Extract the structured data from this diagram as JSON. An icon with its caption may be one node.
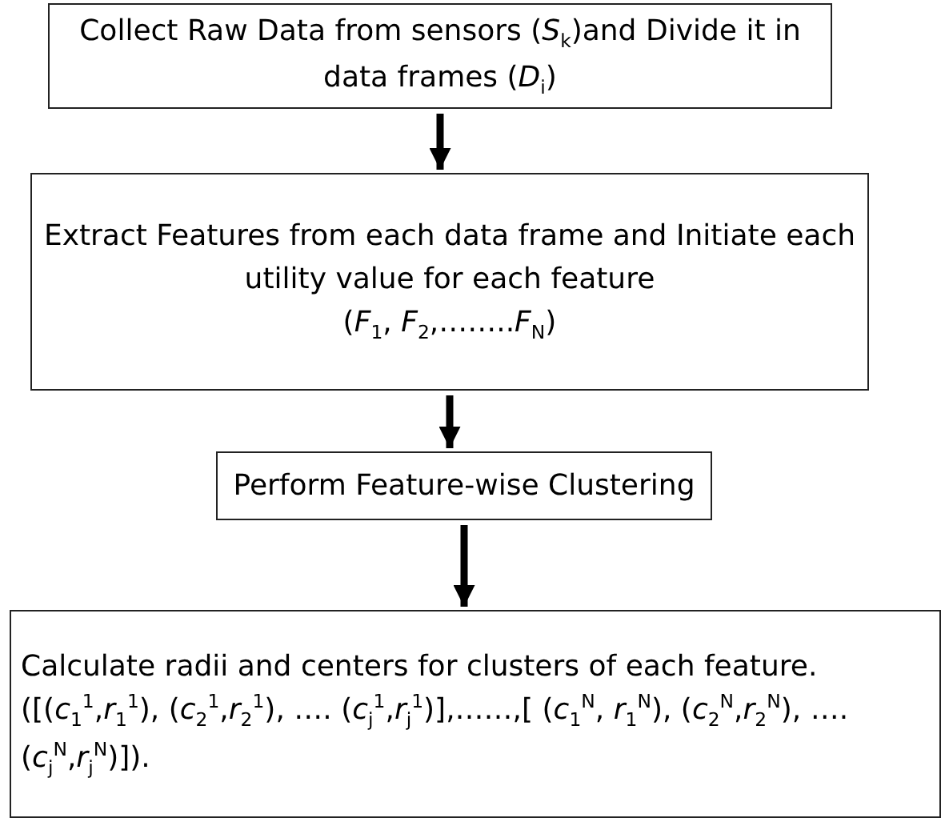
{
  "diagram": {
    "nodes": [
      {
        "text": [
          "Collect Raw Data from sensors (*S*$_{k}$)and Divide it in data frames (*D*$_{i}$)"
        ]
      },
      {
        "text": [
          "Extract Features from each data frame and Initiate each utility value for each feature",
          "(*F*$_{1}$, *F*$_{2}$,……..*F*$_{N}$)"
        ]
      },
      {
        "text": [
          "Perform Feature-wise Clustering"
        ]
      },
      {
        "text": [
          "Calculate radii and centers for clusters of each feature.([(*c*$_{1}$$^{1}$,*r*$_{1}$$^{1}$), (*c*$_{2}$$^{1}$,*r*$_{2}$$^{1}$), …. (*c*$_{j}$$^{1}$,*r*$_{j}$$^{1}$)],……,[ (*c*$_{1}$$^{N}$, *r*$_{1}$$^{N}$), (*c*$_{2}$$^{N}$,*r*$_{2}$$^{N}$), …. (*c*$_{j}$$^{N}$,*r*$_{j}$$^{N}$)])."
        ]
      }
    ],
    "edges": [
      {
        "from": 0,
        "to": 1,
        "arrow": "to"
      },
      {
        "from": 1,
        "to": 2,
        "arrow": "to"
      },
      {
        "from": 2,
        "to": 3,
        "arrow": "to"
      }
    ]
  }
}
